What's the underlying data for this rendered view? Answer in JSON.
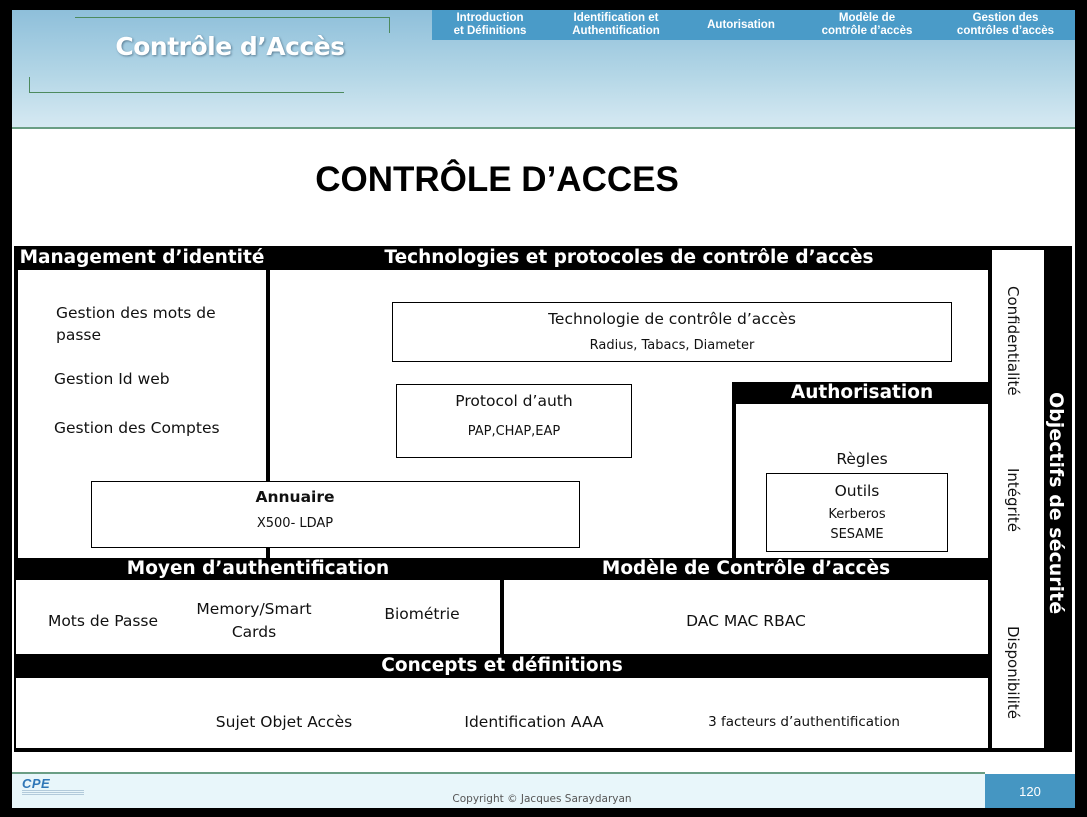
{
  "header": {
    "title": "Contrôle d’Accès",
    "nav": [
      {
        "line1": "Introduction",
        "line2": "et Définitions"
      },
      {
        "line1": "Identification et",
        "line2": "Authentification"
      },
      {
        "line1": "Autorisation",
        "line2": ""
      },
      {
        "line1": "Modèle de",
        "line2": "contrôle d’accès"
      },
      {
        "line1": "Gestion des",
        "line2": "contrôles d’accès"
      }
    ]
  },
  "main_title": "CONTRÔLE D’ACCES",
  "diagram": {
    "management": {
      "title": "Management d’identité",
      "items": [
        "Gestion des mots de passe",
        "Gestion Id web",
        "Gestion des Comptes"
      ]
    },
    "technologies": {
      "title": "Technologies et protocoles de contrôle d’accès",
      "tech_box": {
        "title": "Technologie de contrôle d’accès",
        "sub": "Radius, Tabacs, Diameter"
      },
      "protocol_box": {
        "title": "Protocol d’auth",
        "sub": "PAP,CHAP,EAP"
      }
    },
    "authorisation": {
      "title": "Authorisation",
      "rules": "Règles",
      "tools": {
        "title": "Outils",
        "items": [
          "Kerberos",
          "SESAME"
        ]
      }
    },
    "annuaire": {
      "title": "Annuaire",
      "sub": "X500- LDAP"
    },
    "authentication_means": {
      "title": "Moyen d’authentification",
      "items": [
        "Mots de Passe",
        "Memory/Smart Cards",
        "Biométrie"
      ]
    },
    "access_model": {
      "title": "Modèle de Contrôle d’accès",
      "value": "DAC MAC RBAC"
    },
    "concepts": {
      "title": "Concepts et définitions",
      "items": [
        "Sujet Objet Accès",
        "Identification AAA",
        "3 facteurs d’authentification"
      ]
    },
    "security": {
      "title": "Objectifs de sécurité",
      "items": [
        "Confidentialité",
        "Intégrité",
        "Disponibilité"
      ]
    }
  },
  "footer": {
    "logo": "CPE",
    "copyright": "Copyright © Jacques Saraydaryan",
    "page": "120"
  },
  "colors": {
    "nav_blue": "#4a9bc8",
    "page_badge": "#4596c2",
    "header_gradient_top": "#8ebfda",
    "accent_green": "#4d8a5e"
  }
}
